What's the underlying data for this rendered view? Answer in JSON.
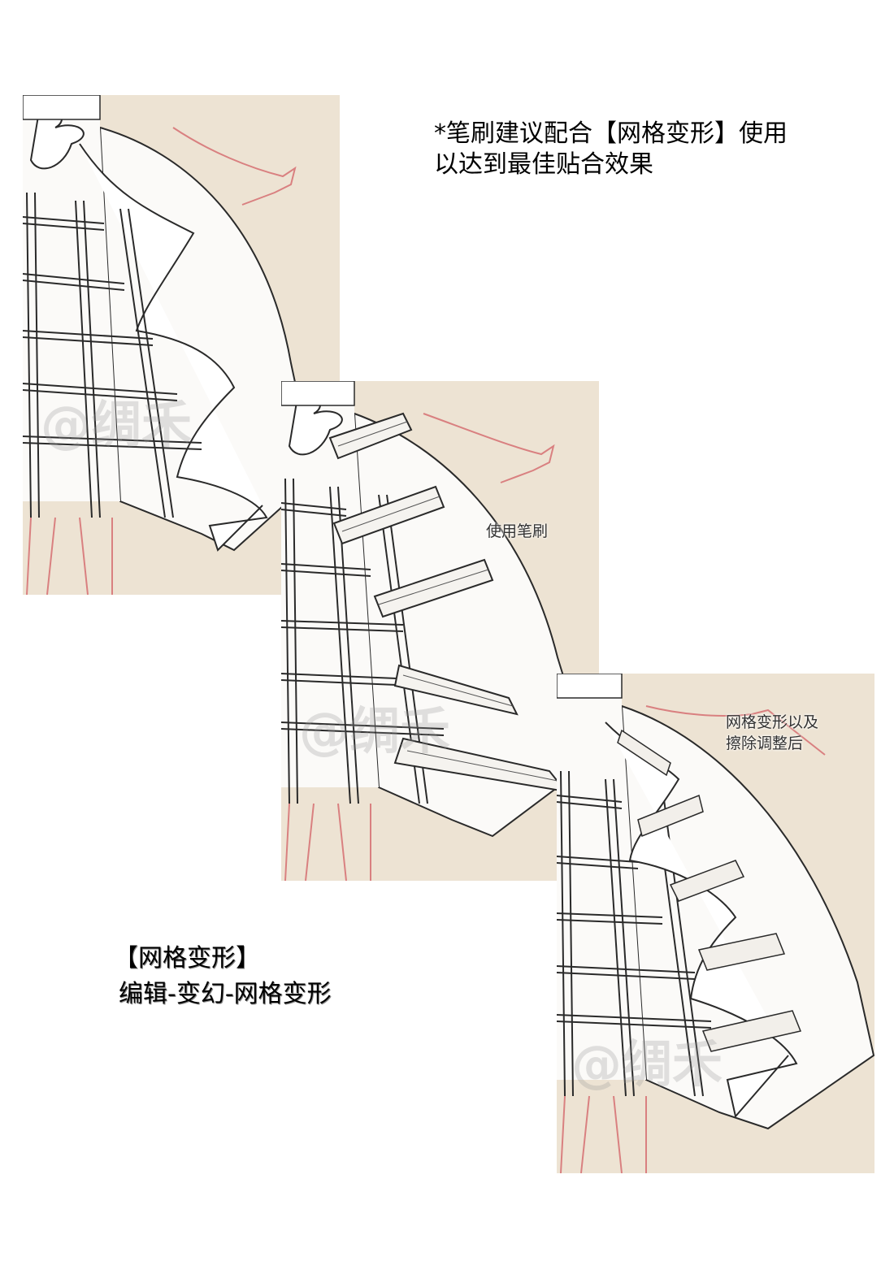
{
  "tip": {
    "line1": "*笔刷建议配合【网格变形】使用",
    "line2": "以达到最佳贴合效果"
  },
  "watermark": "@绸禾",
  "panels": {
    "p2_note": "使用笔刷",
    "p3_note_line1": "网格变形以及",
    "p3_note_line2": "擦除调整后"
  },
  "tool": {
    "title": "【网格变形】",
    "path": "编辑-变幻-网格变形"
  },
  "colors": {
    "background": "#ffffff",
    "panel_beige": "#ede3d3",
    "line": "#2a2a2a",
    "skin_line": "#d98080"
  }
}
